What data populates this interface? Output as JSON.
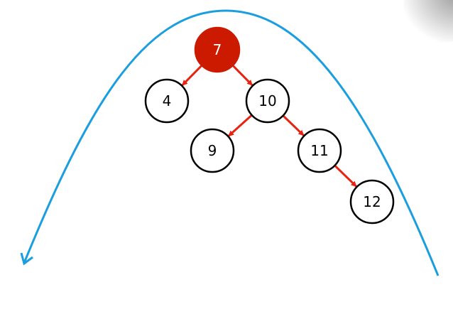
{
  "tree": {
    "root": "7",
    "nodes": [
      {
        "id": "7",
        "label": "7",
        "highlight": true
      },
      {
        "id": "4",
        "label": "4"
      },
      {
        "id": "10",
        "label": "10"
      },
      {
        "id": "9",
        "label": "9"
      },
      {
        "id": "11",
        "label": "11"
      },
      {
        "id": "12",
        "label": "12"
      }
    ],
    "edges": [
      [
        "7",
        "4"
      ],
      [
        "7",
        "10"
      ],
      [
        "10",
        "9"
      ],
      [
        "10",
        "11"
      ],
      [
        "11",
        "12"
      ]
    ]
  },
  "colors": {
    "highlight": "#cc1a00",
    "edge": "#e8230f",
    "curve": "#1a9ee0",
    "stroke": "#000000"
  }
}
